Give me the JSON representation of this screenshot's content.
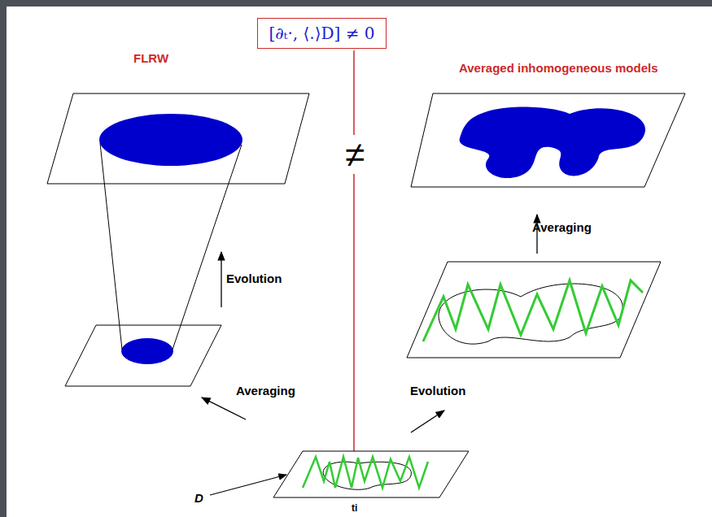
{
  "diagram": {
    "nodes": [
      {
        "text": [
          "[∂ₜ·, ⟨.⟩D] ≠ 0"
        ]
      }
    ],
    "labels": [
      "FLRW",
      "Averaged inhomogeneous models",
      "≠",
      "Evolution",
      "Averaging",
      "Averaging",
      "Evolution",
      "D",
      "ti"
    ]
  }
}
